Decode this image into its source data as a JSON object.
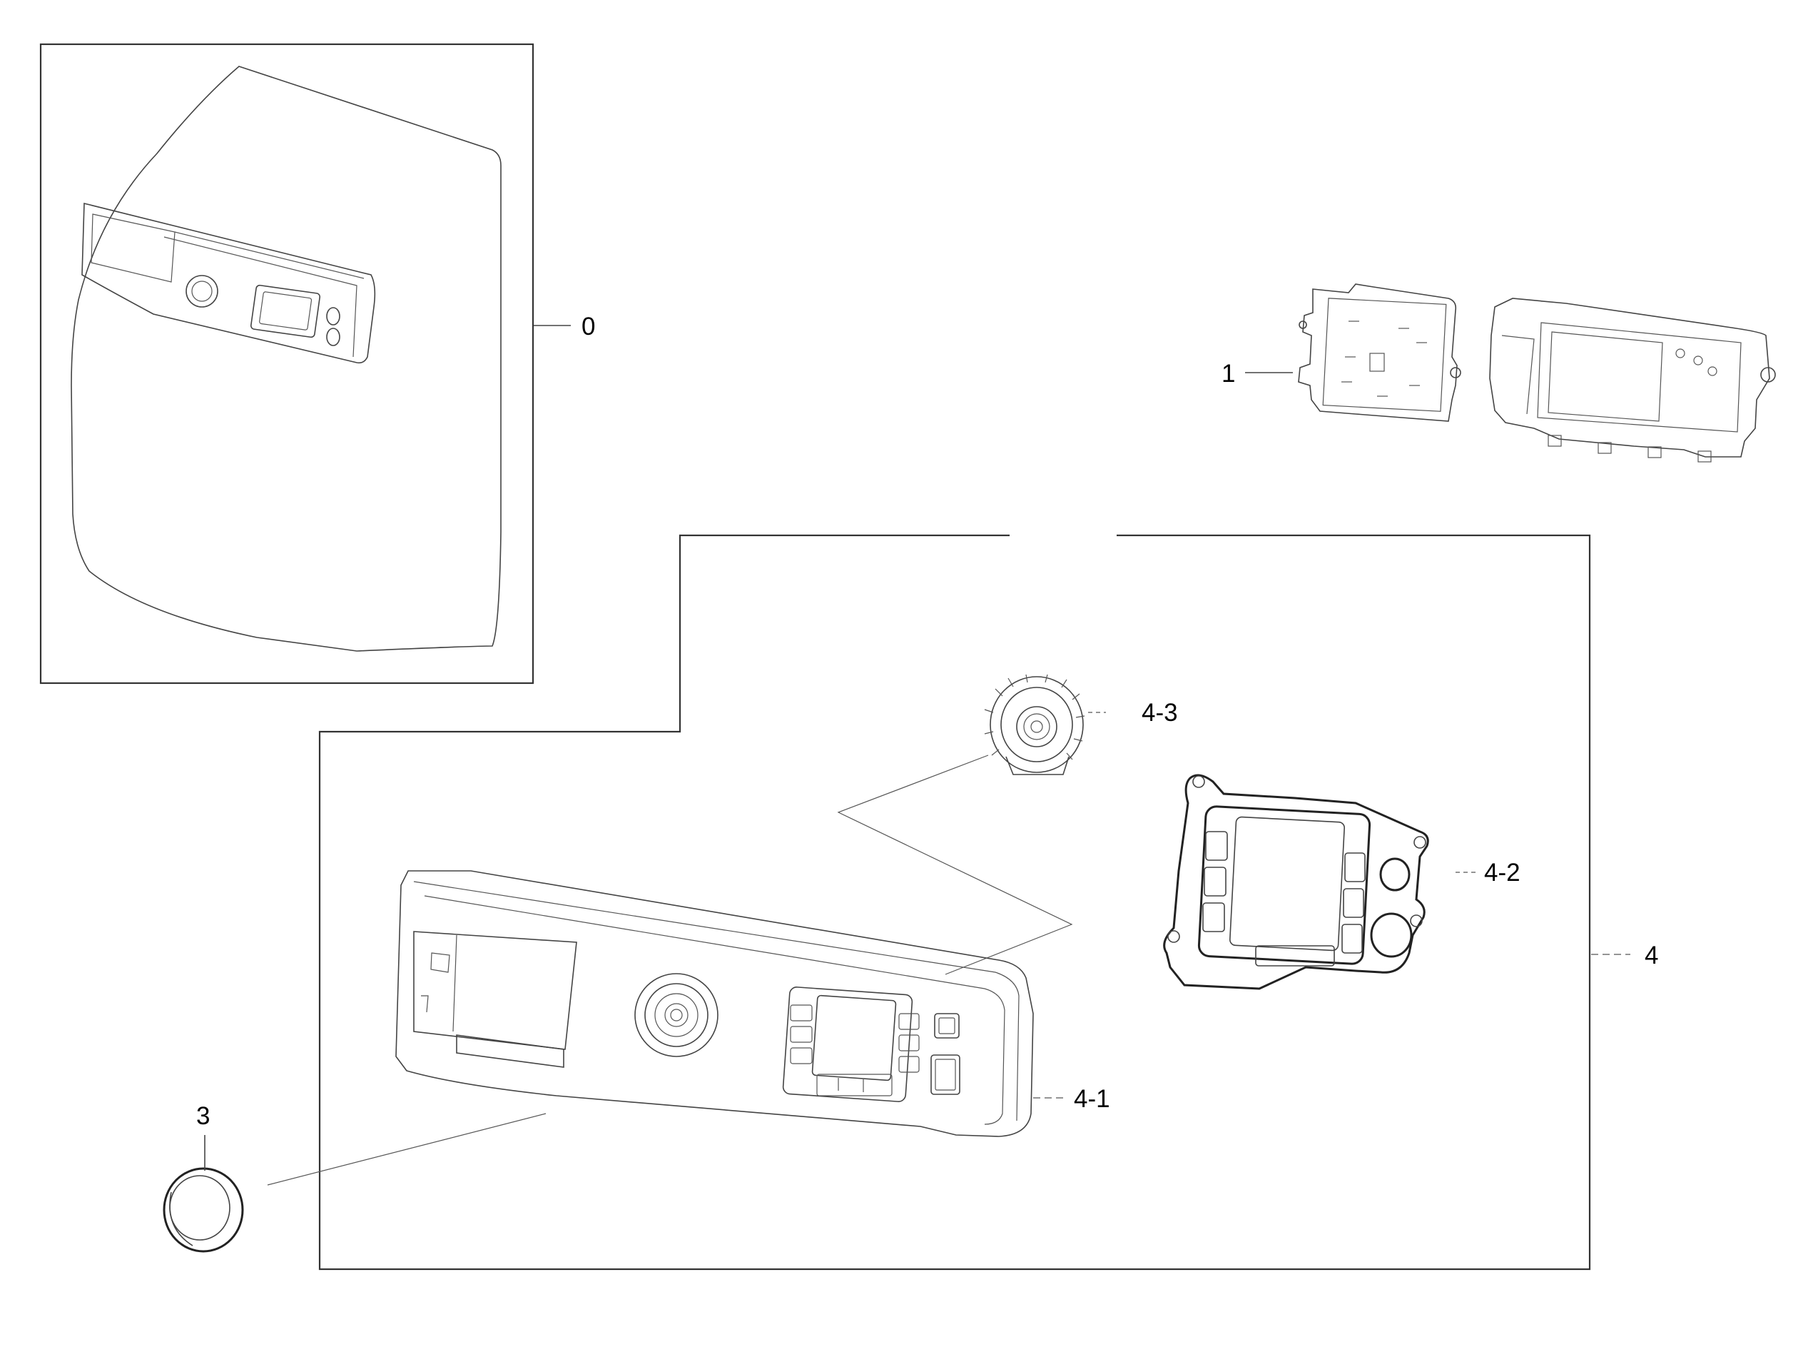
{
  "callouts": [
    {
      "id": "0",
      "label": "0"
    },
    {
      "id": "1",
      "label": "1"
    },
    {
      "id": "3",
      "label": "3"
    },
    {
      "id": "4",
      "label": "4"
    },
    {
      "id": "4-1",
      "label": "4-1"
    },
    {
      "id": "4-2",
      "label": "4-2"
    },
    {
      "id": "4-3",
      "label": "4-3"
    }
  ],
  "colors": {
    "line": "#333333",
    "background": "#ffffff"
  }
}
